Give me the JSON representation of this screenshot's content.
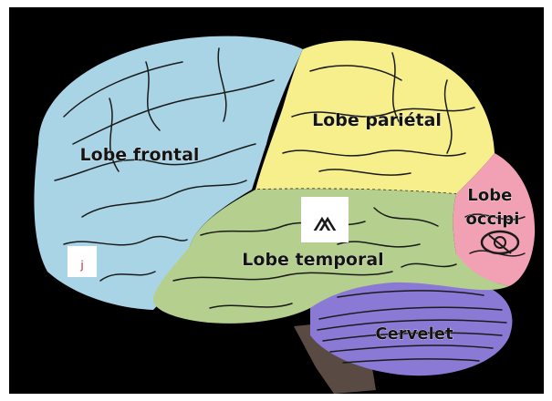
{
  "diagram": {
    "background_color": "#000000",
    "lobes": [
      {
        "id": "frontal",
        "label_lines": [
          "Lobe frontal"
        ],
        "color": "#a9d4e6"
      },
      {
        "id": "parietal",
        "label_lines": [
          "Lobe pariétal"
        ],
        "color": "#f7ef8c"
      },
      {
        "id": "temporal",
        "label_lines": [
          "Lobe temporal"
        ],
        "color": "#b5cf8e"
      },
      {
        "id": "occipital",
        "label_lines": [
          "Lobe",
          "occipi"
        ],
        "color": "#f2a0b4"
      },
      {
        "id": "cerebellum",
        "label_lines": [
          "Cervelet"
        ],
        "color": "#8b79d6"
      }
    ],
    "brainstem_color": "#5a4a44",
    "icons": [
      {
        "name": "nose-icon",
        "glyph": "ⱼ"
      },
      {
        "name": "ear-icon",
        "glyph": "⩕"
      },
      {
        "name": "eye-icon",
        "glyph": "◎"
      }
    ]
  }
}
